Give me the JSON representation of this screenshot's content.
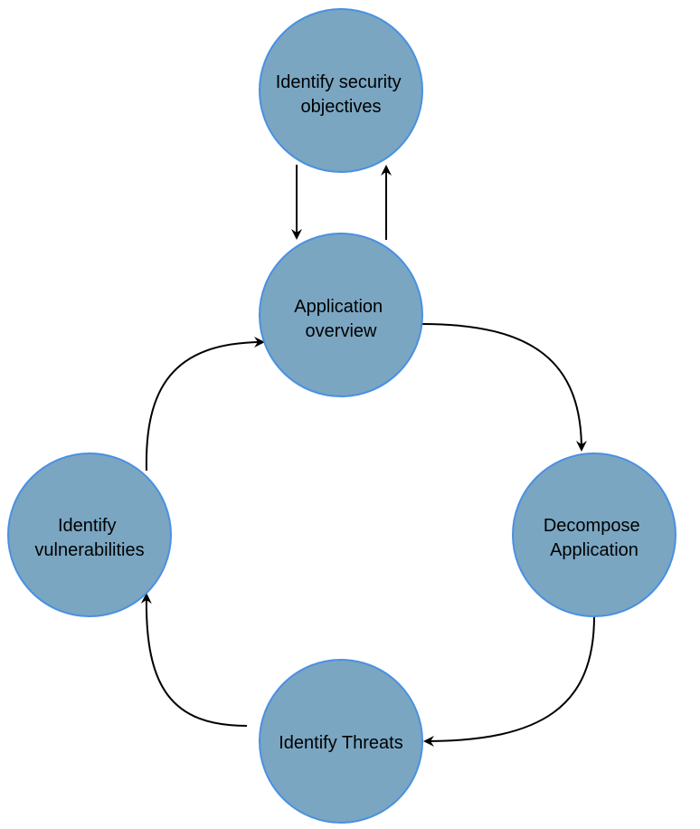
{
  "diagram": {
    "colors": {
      "node_fill": "#7aa6c2",
      "node_stroke": "#4a90e2",
      "edge": "#000000",
      "background": "#ffffff"
    },
    "nodes": {
      "objectives": {
        "line1": "Identify security",
        "line2": "objectives"
      },
      "overview": {
        "line1": "Application",
        "line2": "overview"
      },
      "decompose": {
        "line1": "Decompose",
        "line2": "Application"
      },
      "threats": {
        "line1": "Identify Threats"
      },
      "vulnerabilities": {
        "line1": "Identify",
        "line2": "vulnerabilities"
      }
    },
    "edges": [
      {
        "from": "objectives",
        "to": "overview"
      },
      {
        "from": "overview",
        "to": "objectives"
      },
      {
        "from": "overview",
        "to": "decompose"
      },
      {
        "from": "decompose",
        "to": "threats"
      },
      {
        "from": "threats",
        "to": "vulnerabilities"
      },
      {
        "from": "vulnerabilities",
        "to": "overview"
      }
    ]
  }
}
